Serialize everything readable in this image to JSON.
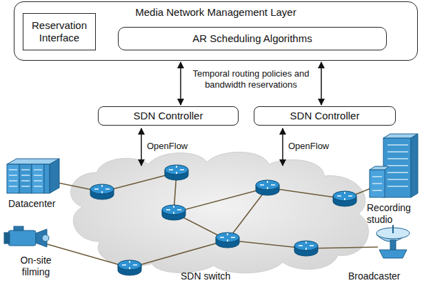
{
  "diagram": {
    "nodes": [
      {
        "text": [
          "Media Network Management Layer"
        ]
      },
      {
        "text": [
          "Reservation Interface"
        ],
        "in": 0
      },
      {
        "text": [
          "AR Scheduling Algorithms"
        ],
        "in": 0
      },
      {
        "text": [
          "SDN Controller"
        ]
      },
      {
        "text": [
          "SDN Controller"
        ]
      }
    ],
    "edges": [
      {
        "from": 0,
        "to": 3,
        "arrow": "both"
      },
      {
        "from": 0,
        "to": 4,
        "arrow": "both"
      }
    ],
    "labels": [
      "Temporal routing policies and bandwidth reservations",
      "OpenFlow",
      "OpenFlow",
      "Datacenter",
      "Recording studio",
      "On-site filming",
      "SDN switch",
      "Broadcaster"
    ]
  }
}
